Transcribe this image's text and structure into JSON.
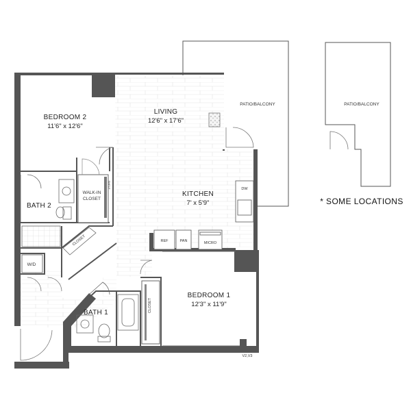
{
  "rooms": {
    "bedroom2": {
      "name": "BEDROOM 2",
      "dims": "11'6\" x 12'6\""
    },
    "living": {
      "name": "LIVING",
      "dims": "12'6\" x 17'6\""
    },
    "kitchen": {
      "name": "KITCHEN",
      "dims": "7' x 5'9\""
    },
    "bedroom1": {
      "name": "BEDROOM 1",
      "dims": "12'3\" x 11'9\""
    },
    "bath1": {
      "name": "BATH 1"
    },
    "bath2": {
      "name": "BATH 2"
    },
    "walkin_closet": {
      "line1": "WALK-IN",
      "line2": "CLOSET"
    },
    "closet_a": {
      "name": "CLOSET"
    },
    "closet_b": {
      "name": "CLOSET"
    },
    "wd": {
      "name": "W/D"
    },
    "patio_main": {
      "name": "PATIO/BALCONY"
    },
    "patio_alt": {
      "name": "PATIO/BALCONY"
    }
  },
  "appliances": {
    "ref": "REF",
    "pan": "PAN",
    "micro": "MICRO",
    "dw": "DW",
    "shelf": "SHELF"
  },
  "note": "* SOME LOCATIONS",
  "variant": "V2,V3",
  "colors": {
    "wall": "#555555",
    "floor_line": "#dddddd",
    "line": "#666666"
  }
}
